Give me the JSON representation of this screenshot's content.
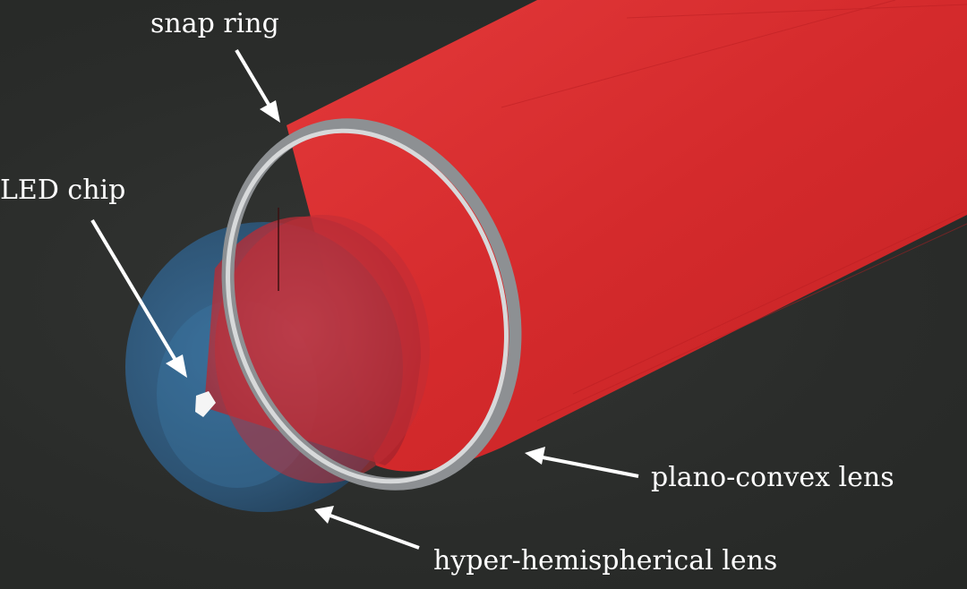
{
  "labels": {
    "snap_ring": "snap ring",
    "led_chip": "LED chip",
    "plano_convex_lens": "plano-convex lens",
    "hyper_hemispherical_lens": "hyper-hemispherical lens"
  },
  "colors": {
    "background": "#2b2d2b",
    "beam": "#d42a2c",
    "hemisphere": "#2f5a80",
    "ring": "#c9cbcc",
    "label": "#ffffff"
  }
}
